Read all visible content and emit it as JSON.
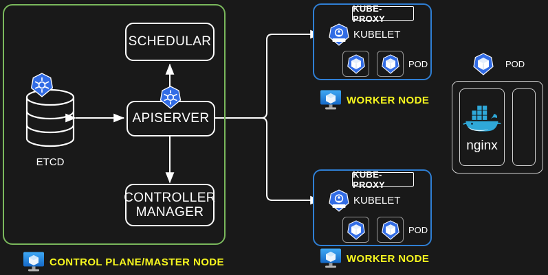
{
  "diagram": {
    "title": "Kubernetes Cluster Architecture",
    "background_color": "#191919",
    "colors": {
      "control_plane_border": "#7ab85c",
      "worker_node_border": "#2f7fd4",
      "label_yellow": "#f7f71f",
      "kubernetes_blue": "#326ce5",
      "docker_blue": "#2496ed",
      "box_white": "#ffffff"
    }
  },
  "control_plane": {
    "label": "CONTROL PLANE/MASTER NODE",
    "icon": "monitor-icon",
    "components": {
      "schedular": "SCHEDULAR",
      "apiserver": "APISERVER",
      "controller_manager_line1": "CONTROLLER",
      "controller_manager_line2": "MANAGER",
      "etcd": "ETCD"
    }
  },
  "worker_nodes": [
    {
      "label": "WORKER NODE",
      "icon": "monitor-icon",
      "kube_proxy": "KUBE-PROXY",
      "kubelet": "KUBELET",
      "kubelet_icon": "kubelet-icon",
      "pod_label": "POD",
      "pods": [
        "pod-container-icon",
        "pod-container-icon"
      ]
    },
    {
      "label": "WORKER NODE",
      "icon": "monitor-icon",
      "kube_proxy": "KUBE-PROXY",
      "kubelet": "KUBELET",
      "kubelet_icon": "kubelet-icon",
      "pod_label": "POD",
      "pods": [
        "pod-container-icon",
        "pod-container-icon"
      ]
    }
  ],
  "detail_pod": {
    "label": "POD",
    "icon": "pod-container-icon",
    "containers": [
      {
        "image": "nginx",
        "icon": "docker-whale-icon"
      },
      {
        "image": "",
        "icon": ""
      }
    ]
  }
}
